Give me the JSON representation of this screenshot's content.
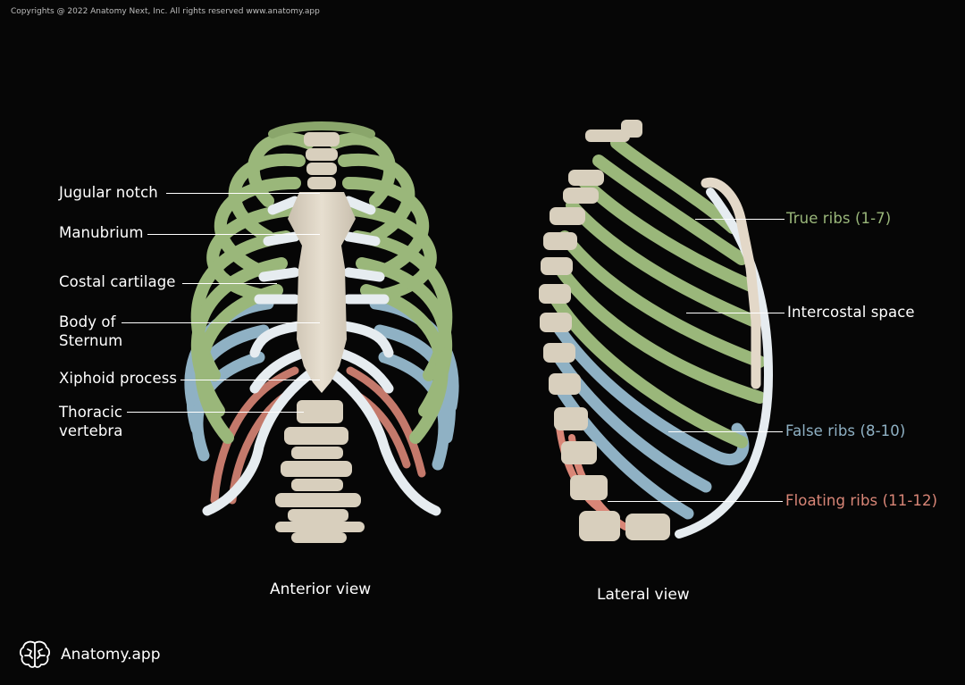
{
  "header": {
    "copyright": "Copyrights @ 2022 Anatomy Next, Inc. All rights reserved www.anatomy.app"
  },
  "colors": {
    "background": "#060606",
    "true_ribs": "#9ab77a",
    "false_ribs": "#8fb1c4",
    "floating_ribs": "#d98677",
    "bone": "#ddd4c3",
    "cartilage": "#e6ecf0",
    "label_white": "#ffffff"
  },
  "anterior_view": {
    "caption": "Anterior view",
    "labels": {
      "jugular_notch": "Jugular notch",
      "manubrium": "Manubrium",
      "costal_cartilage": "Costal cartilage",
      "body_of_sternum_line1": "Body  of",
      "body_of_sternum_line2": "Sternum",
      "xiphoid_process": "Xiphoid process",
      "thoracic_vertebra_line1": "Thoracic",
      "thoracic_vertebra_line2": "vertebra"
    }
  },
  "lateral_view": {
    "caption": "Lateral view",
    "labels": {
      "true_ribs": "True ribs (1-7)",
      "intercostal_space": "Intercostal space",
      "false_ribs": "False ribs (8-10)",
      "floating_ribs": "Floating ribs (11-12)"
    }
  },
  "brand": {
    "logo_icon": "brain-icon",
    "name": "Anatomy.app"
  }
}
